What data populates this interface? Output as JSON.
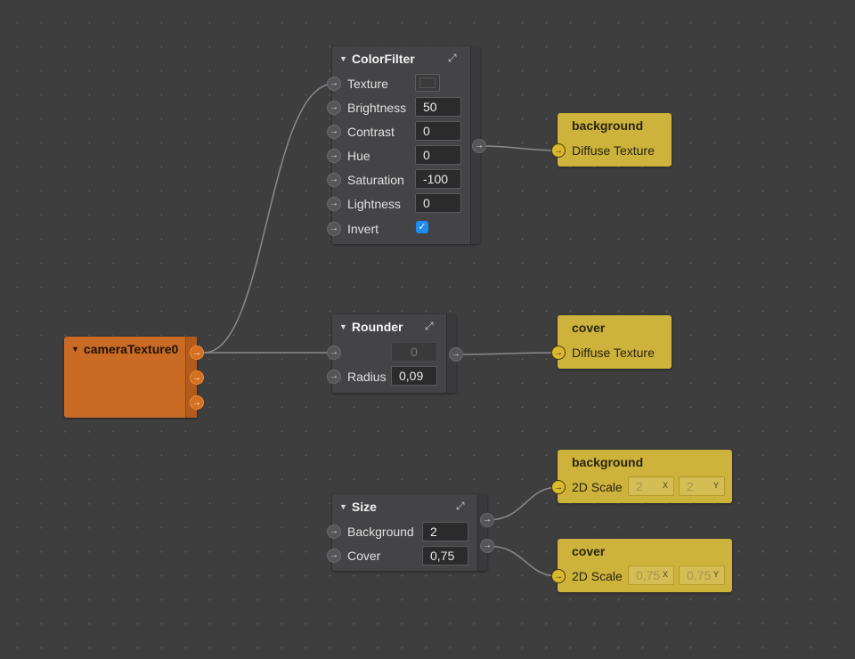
{
  "nodes": {
    "color_filter": {
      "title": "ColorFilter",
      "expand_icon": "⤢",
      "inputs": [
        {
          "label": "Texture"
        },
        {
          "label": "Brightness",
          "value": "50"
        },
        {
          "label": "Contrast",
          "value": "0"
        },
        {
          "label": "Hue",
          "value": "0"
        },
        {
          "label": "Saturation",
          "value": "-100"
        },
        {
          "label": "Lightness",
          "value": "0"
        },
        {
          "label": "Invert",
          "checked": true
        }
      ]
    },
    "rounder": {
      "title": "Rounder",
      "expand_icon": "⤢",
      "first_value": "0",
      "radius_label": "Radius",
      "radius_value": "0,09"
    },
    "size": {
      "title": "Size",
      "expand_icon": "⤢",
      "background_label": "Background",
      "background_value": "2",
      "cover_label": "Cover",
      "cover_value": "0,75"
    },
    "camera_texture": {
      "title": "cameraTexture0"
    },
    "bg_material": {
      "title": "background",
      "input_label": "Diffuse Texture"
    },
    "cover_material": {
      "title": "cover",
      "input_label": "Diffuse Texture"
    },
    "bg_scale": {
      "title": "background",
      "input_label": "2D Scale",
      "x_value": "2",
      "y_value": "2",
      "x_axis": "X",
      "y_axis": "Y"
    },
    "cover_scale": {
      "title": "cover",
      "input_label": "2D Scale",
      "x_value": "0,75",
      "y_value": "0,75",
      "x_axis": "X",
      "y_axis": "Y"
    }
  },
  "icons": {
    "port_arrow": "→",
    "collapse_triangle": "▼",
    "checkmark": "✓"
  },
  "colors": {
    "canvas": "#333334",
    "node": "#444446",
    "camera_node": "#c96a25",
    "material_node": "#cdb23b",
    "checkbox": "#1e8cf0",
    "wire": "#8a8a8c"
  }
}
